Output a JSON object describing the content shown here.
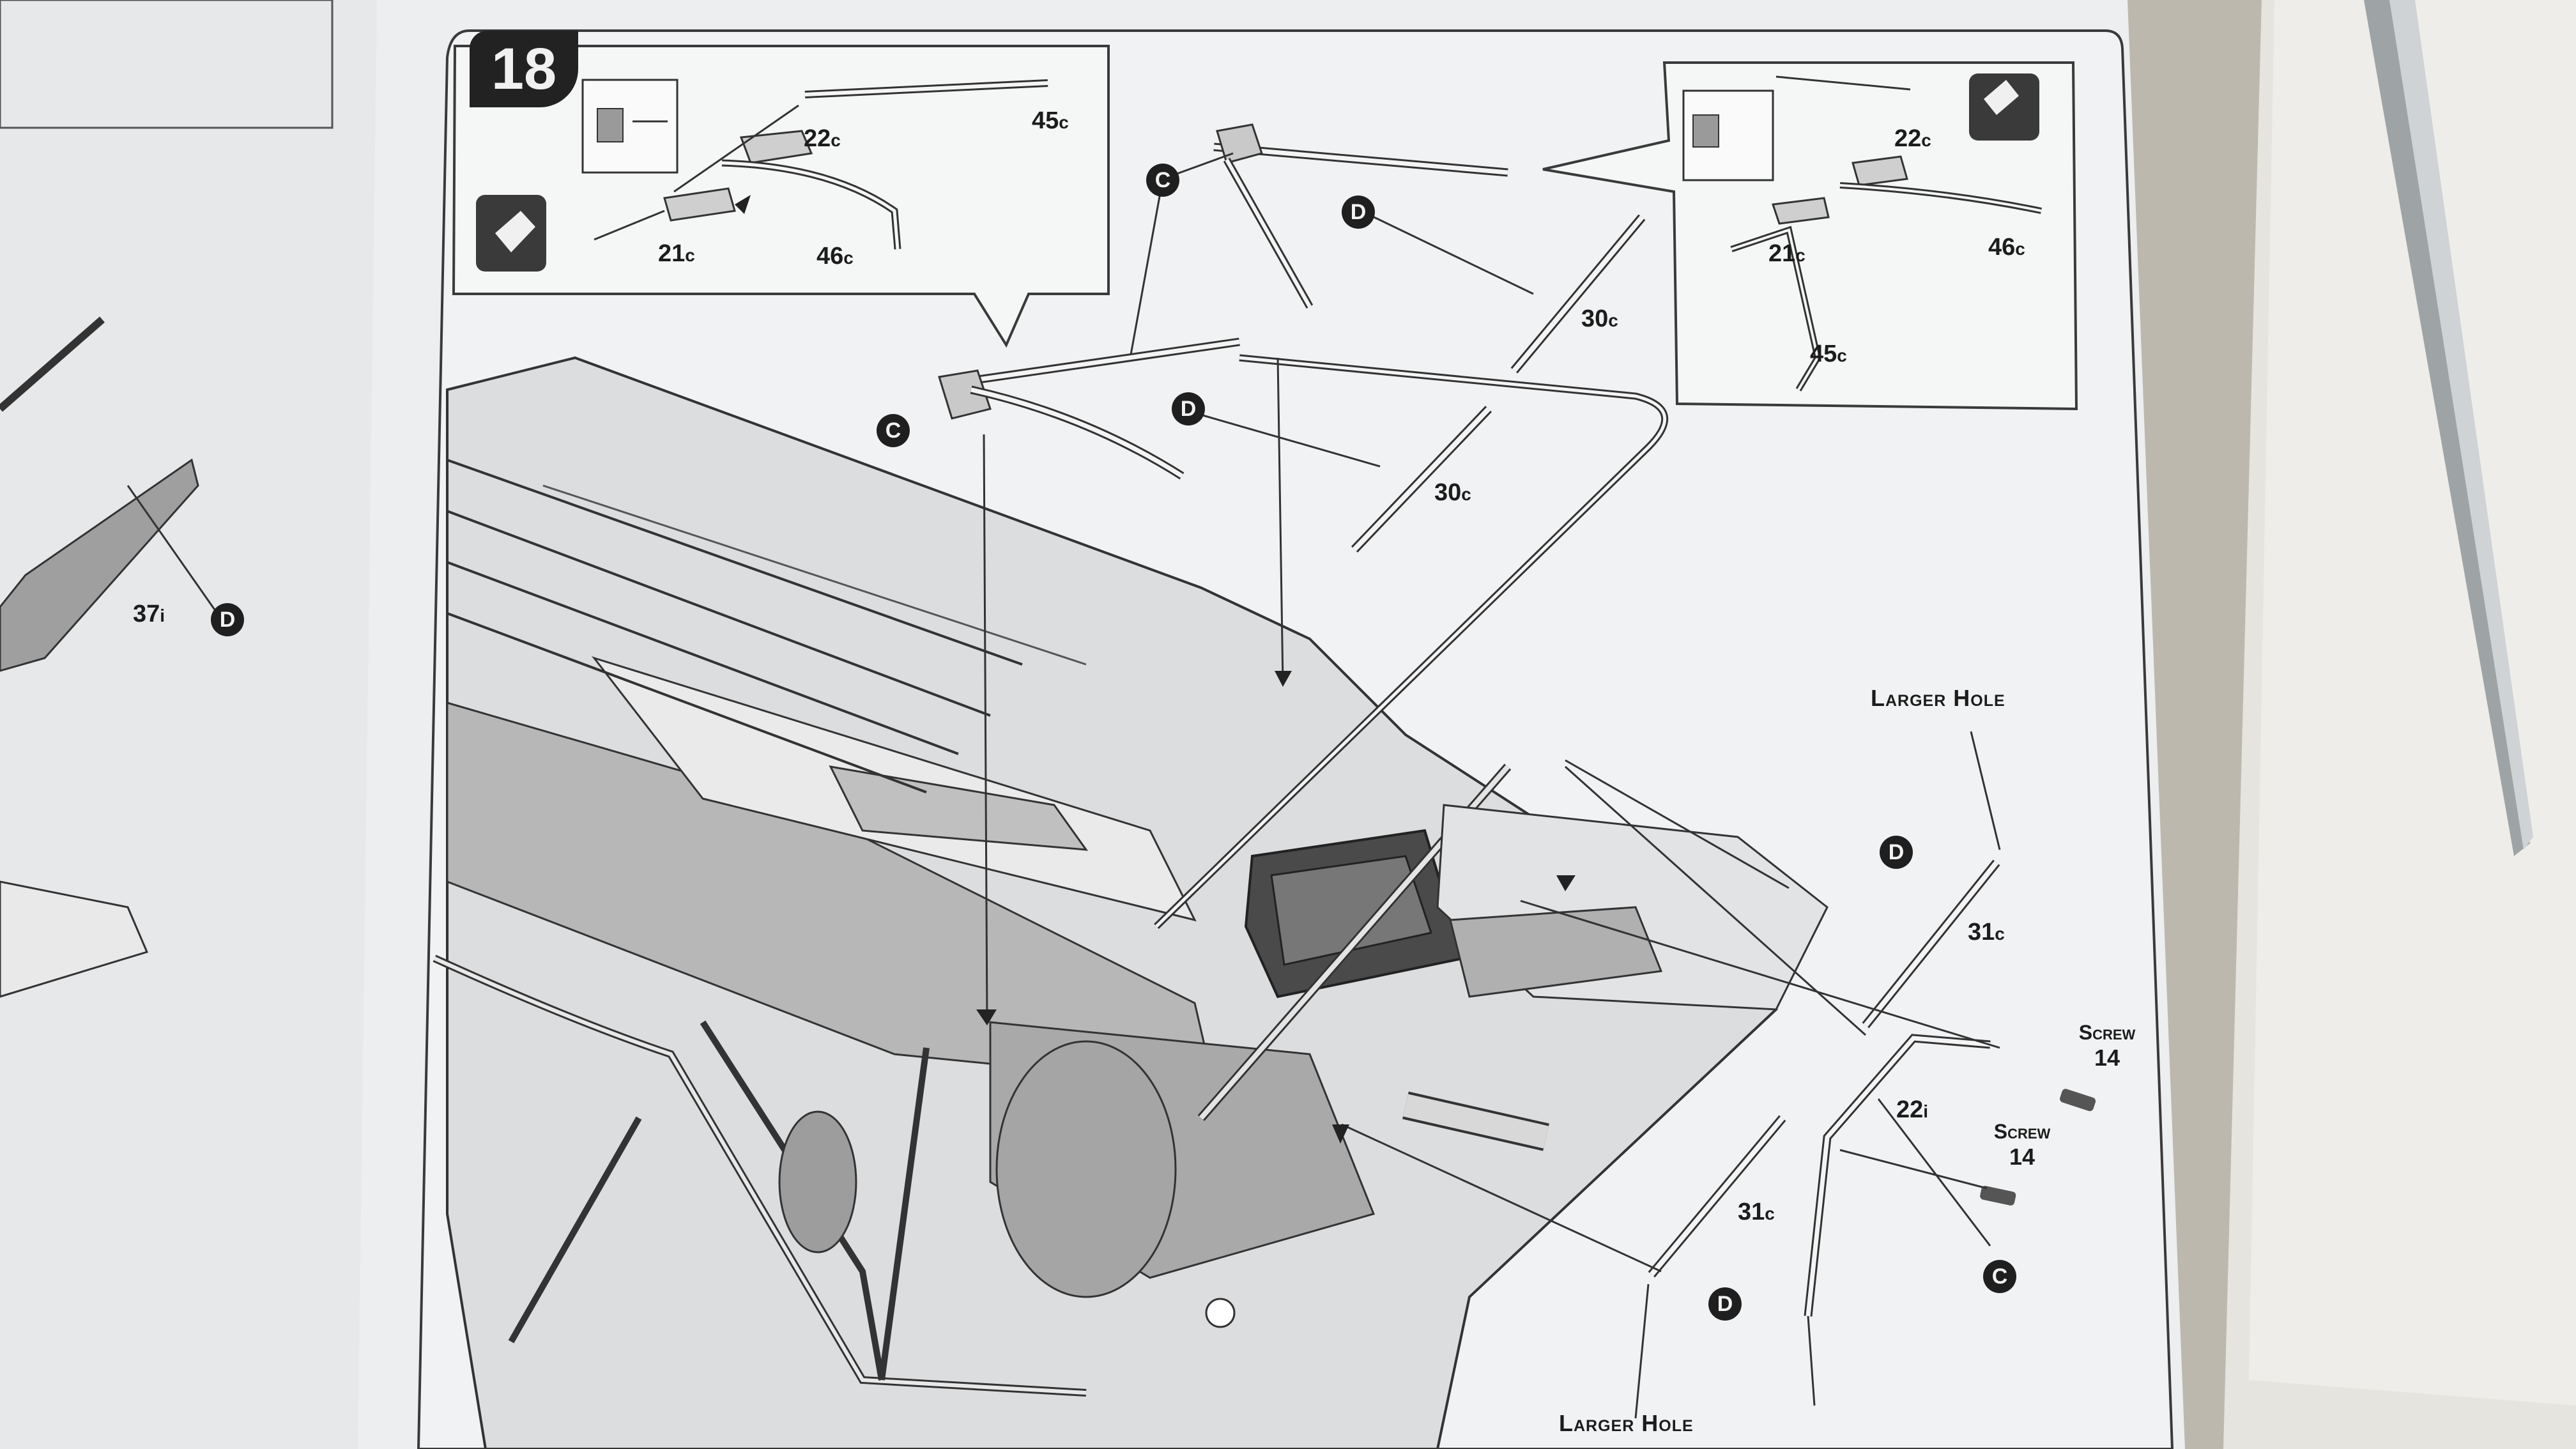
{
  "step_number": "18",
  "inset_left": {
    "parts": [
      "22",
      "45",
      "21",
      "46"
    ],
    "suffix": "c"
  },
  "inset_right": {
    "parts": [
      "22",
      "21",
      "46",
      "45"
    ],
    "suffix": "c"
  },
  "main_parts": {
    "p30_top": {
      "num": "30",
      "suf": "c"
    },
    "p30_bottom": {
      "num": "30",
      "suf": "c"
    },
    "p31_top": {
      "num": "31",
      "suf": "c"
    },
    "p31_bottom": {
      "num": "31",
      "suf": "c"
    },
    "p22": {
      "num": "22",
      "suf": "i"
    },
    "p37": {
      "num": "37",
      "suf": "i"
    }
  },
  "badges": {
    "c": "C",
    "d": "D"
  },
  "callouts": {
    "larger_hole": "Larger Hole",
    "screw": "Screw",
    "screw_number": "14"
  },
  "colors": {
    "paper": "#eceeef",
    "ink": "#1c1c1c",
    "shade": "#a9a9a9",
    "background": "#c9c5bf"
  }
}
